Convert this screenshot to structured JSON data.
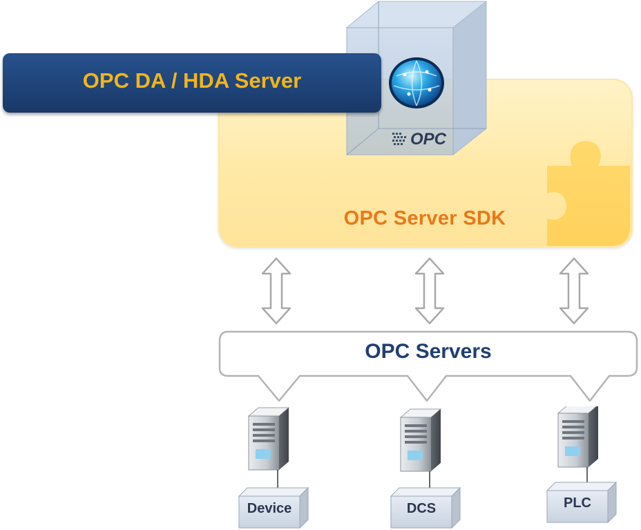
{
  "sdk": {
    "label": "OPC Server SDK"
  },
  "server_banner": {
    "label": "OPC DA / HDA Server"
  },
  "cube": {
    "logo_text": "OPC"
  },
  "opc_servers": {
    "label": "OPC Servers"
  },
  "devices": [
    {
      "label": "Device"
    },
    {
      "label": "DCS"
    },
    {
      "label": "PLC"
    }
  ],
  "colors": {
    "banner": "#1e4378",
    "banner_text": "#f2b51a",
    "sdk_fill": "#ffe9a6",
    "sdk_text": "#e8781a",
    "servers_text": "#1f3f73"
  }
}
